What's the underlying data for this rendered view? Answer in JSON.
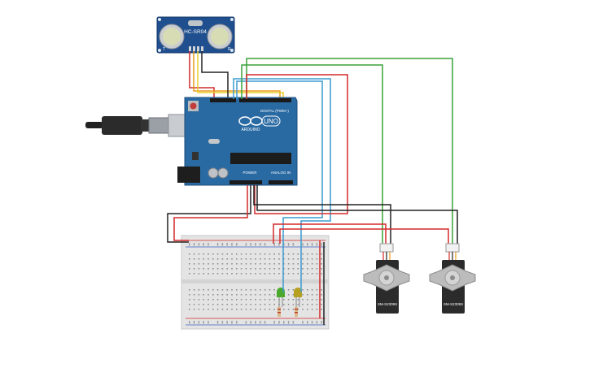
{
  "sensor": {
    "label": "HC-SR04",
    "left_mark": "T",
    "right_mark": "R"
  },
  "arduino": {
    "brand": "ARDUINO",
    "model": "UNO",
    "digital_label": "DIGITAL (PWM~)",
    "power_label": "POWER",
    "analog_label": "ANALOG IN"
  },
  "servos": [
    {
      "label": "SM-S2309S"
    },
    {
      "label": "SM-S2309S"
    }
  ],
  "colors": {
    "board": "#2a6aa3",
    "wire_red": "#d42a2a",
    "wire_black": "#222222",
    "wire_green": "#3aa23a",
    "wire_blue": "#3c9ad0",
    "wire_orange": "#e89a1c",
    "wire_yellow": "#e8cf2a",
    "led_green": "#4aa82a",
    "led_yellow": "#b5a020"
  },
  "icons": {
    "usb": "usb-cable-icon",
    "power_jack": "dc-jack-icon"
  }
}
